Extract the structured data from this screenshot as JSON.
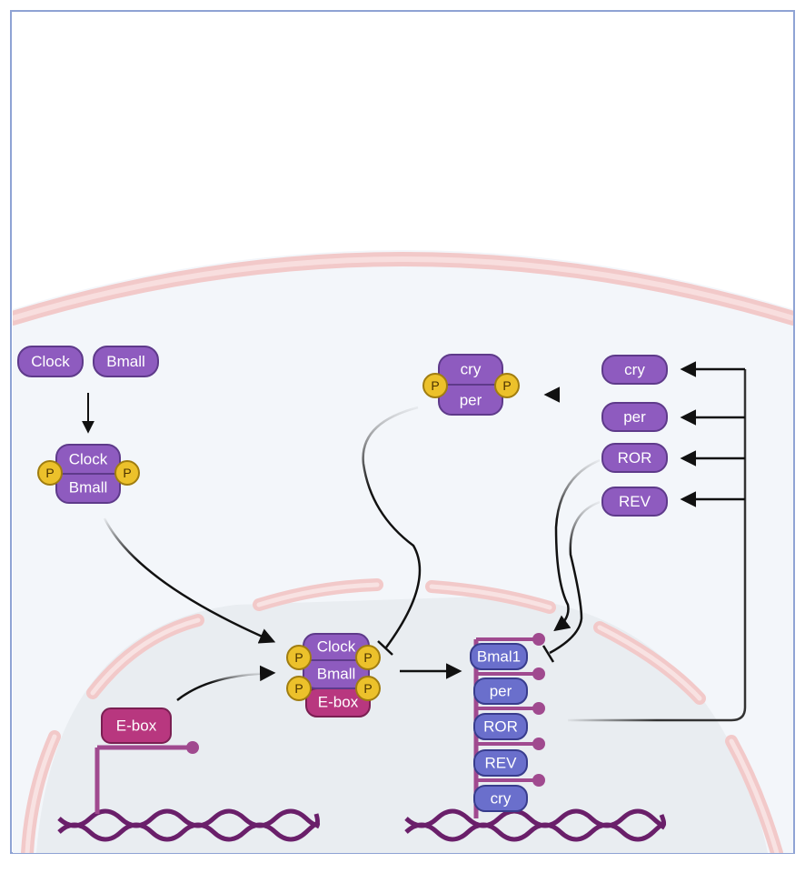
{
  "colors": {
    "frame": "#8fa3d4",
    "cytoplasm": "#f3f6fa",
    "nucleus": "#e9edf1",
    "membrane": "#f2c9c9",
    "protein": "#8e5bbf",
    "protein_border": "#5e3a8a",
    "phosphate": "#ecc12b",
    "ebox": "#b8377f",
    "gene_protein": "#6a6fcc",
    "dna": "#6a1f6a",
    "stem": "#a04a8f"
  },
  "labels": {
    "clock": "Clock",
    "bmall": "Bmall",
    "clock_complex": "Clock",
    "bmall_complex": "Bmall",
    "phospho": "P",
    "cry_complex": "cry",
    "per_complex": "per",
    "cry_right": "cry",
    "per_right": "per",
    "ror_right": "ROR",
    "rev_right": "REV",
    "ebox_promoter": "E-box",
    "nuc_clock": "Clock",
    "nuc_bmall": "Bmall",
    "nuc_ebox": "E-box",
    "gene_bmal1": "Bmal1",
    "gene_per": "per",
    "gene_ror": "ROR",
    "gene_rev": "REV",
    "gene_cry": "cry"
  }
}
